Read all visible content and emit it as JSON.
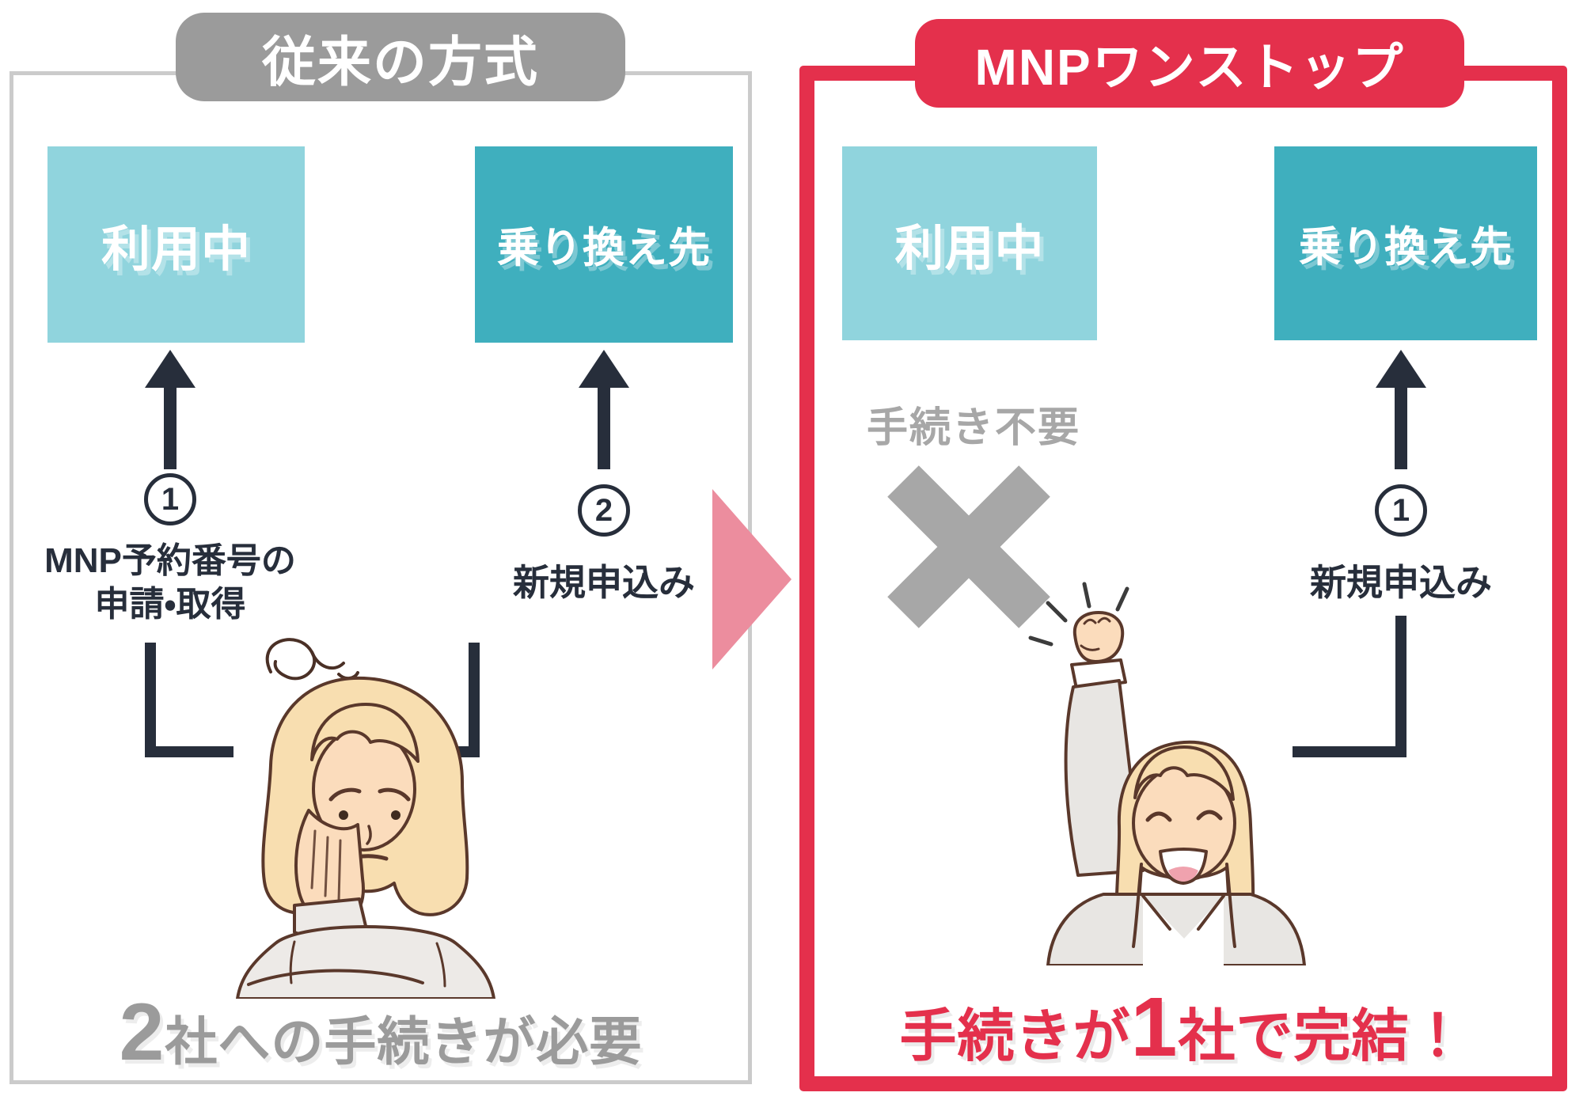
{
  "panels": {
    "legacy": {
      "header": "従来の方式",
      "box_current": "利用中",
      "box_destination": "乗り換え先",
      "step1": {
        "number": "1",
        "line1": "MNP予約番号の",
        "line2": "申請・取得"
      },
      "step2": {
        "number": "2",
        "label": "新規申込み"
      },
      "footer": {
        "big": "2",
        "rest": "社への手続きが必要"
      }
    },
    "onestop": {
      "header": "MNPワンストップ",
      "box_current": "利用中",
      "box_destination": "乗り換え先",
      "no_procedure": "手続き不要",
      "step1": {
        "number": "1",
        "label": "新規申込み"
      },
      "footer": {
        "part1": "手続きが",
        "big": "1",
        "part2": "社で完結！"
      }
    }
  },
  "colors": {
    "legacy_accent": "#9b9b9b",
    "legacy_border": "#cbcbcb",
    "onestop_accent": "#e4304c",
    "current_box": "#90d4dd",
    "destination_box": "#3fafbe",
    "flow_dark": "#272e3b",
    "muted_gray": "#a7a7a7",
    "transition_arrow_pink": "#ec8d9e"
  }
}
